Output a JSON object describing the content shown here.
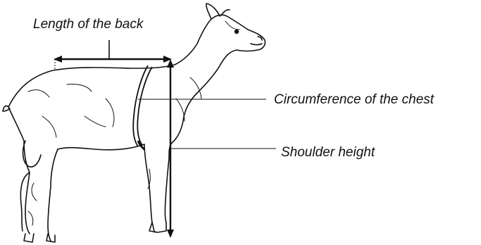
{
  "labels": {
    "back_length": "Length of the back",
    "chest_circumference": "Circumference of the chest",
    "shoulder_height": "Shoulder height"
  },
  "illustration": {
    "subject": "goat-outline",
    "line_color": "#111111"
  }
}
